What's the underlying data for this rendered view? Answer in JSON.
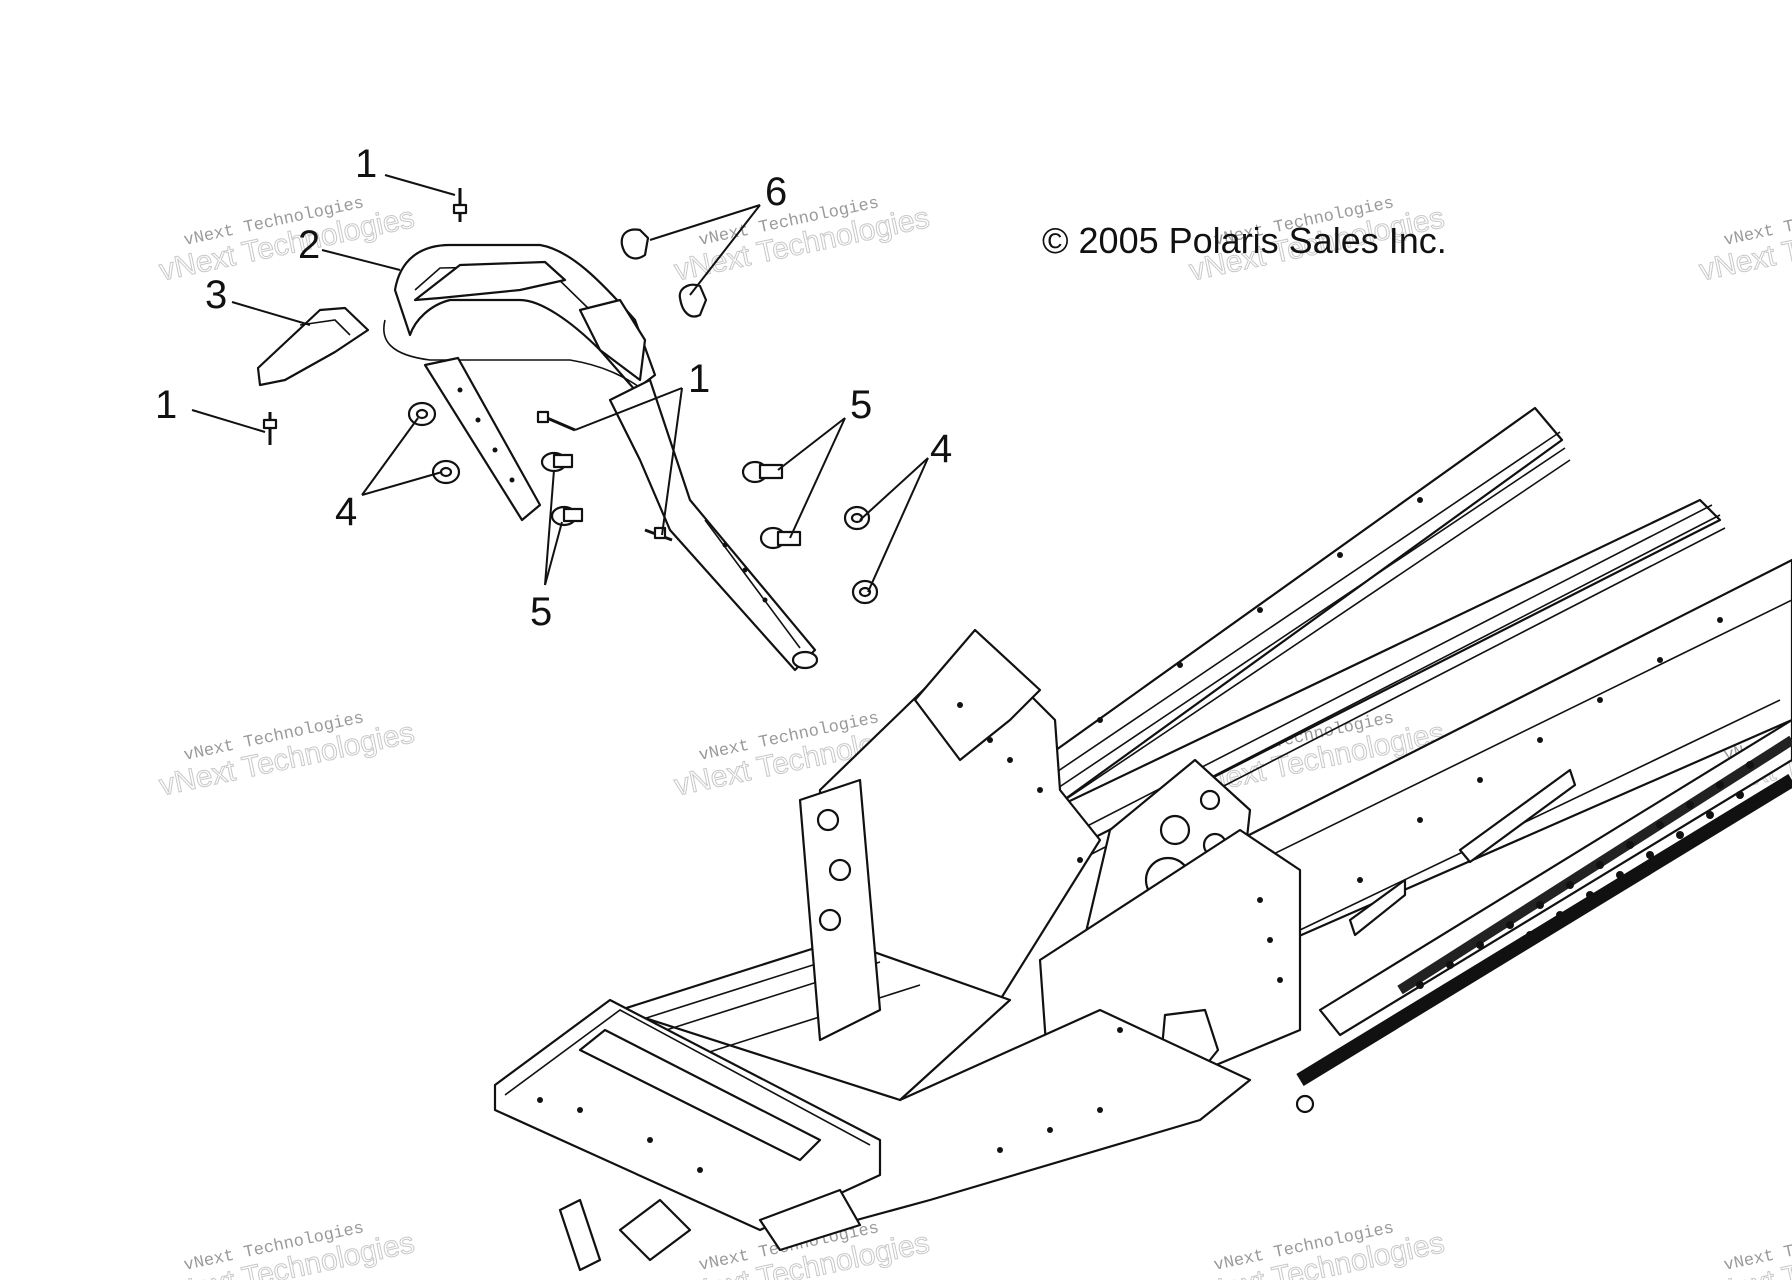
{
  "copyright": "© 2005 Polaris Sales Inc.",
  "callouts": [
    "1",
    "2",
    "3",
    "1",
    "6",
    "1",
    "5",
    "4",
    "4",
    "5"
  ],
  "watermark": {
    "line1": "vNext Technologies",
    "line2": "vNext Technologies"
  }
}
